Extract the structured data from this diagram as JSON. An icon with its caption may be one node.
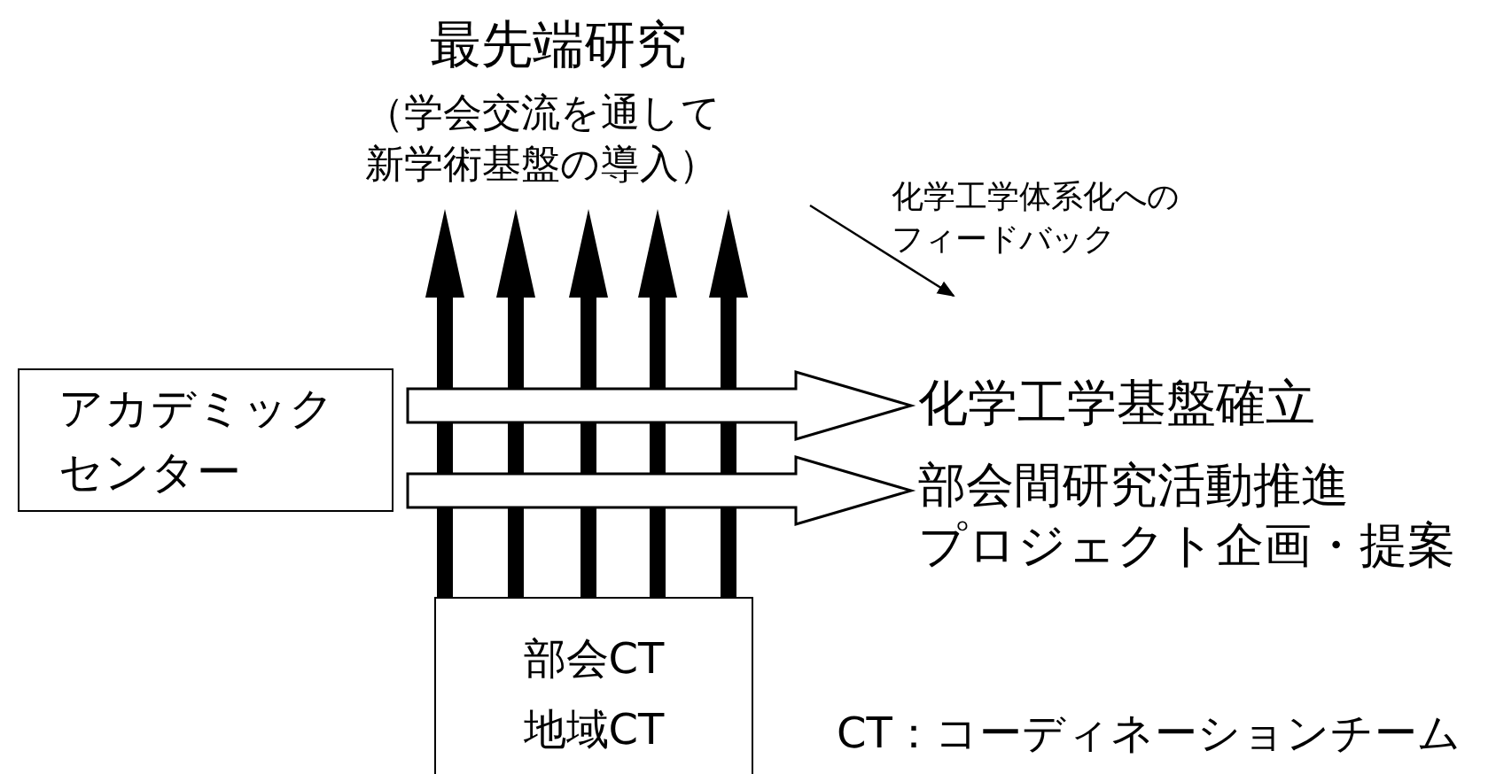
{
  "diagram": {
    "nodes": [
      {
        "text": [
          "最先端研究",
          "（学会交流を通して新学術基盤の導入）"
        ]
      },
      {
        "text": [
          "アカデミックセンター"
        ]
      },
      {
        "text": [
          "化学工学基盤確立"
        ]
      },
      {
        "text": [
          "部会間研究活動推進",
          "プロジェクト企画・提案"
        ]
      },
      {
        "text": [
          "部会CT",
          "地域CT"
        ]
      }
    ],
    "edges": [
      {
        "from": 4,
        "to": 0,
        "arrow": "to",
        "style": "thick"
      },
      {
        "from": 4,
        "to": 0,
        "arrow": "to",
        "style": "thick"
      },
      {
        "from": 4,
        "to": 0,
        "arrow": "to",
        "style": "thick"
      },
      {
        "from": 4,
        "to": 0,
        "arrow": "to",
        "style": "thick"
      },
      {
        "from": 4,
        "to": 0,
        "arrow": "to",
        "style": "thick"
      },
      {
        "from": 1,
        "to": 2,
        "arrow": "to"
      },
      {
        "from": 1,
        "to": 3,
        "arrow": "to"
      }
    ],
    "labels": [
      "化学工学体系化へのフィードバック",
      "CT：コーディネーションチーム"
    ]
  }
}
